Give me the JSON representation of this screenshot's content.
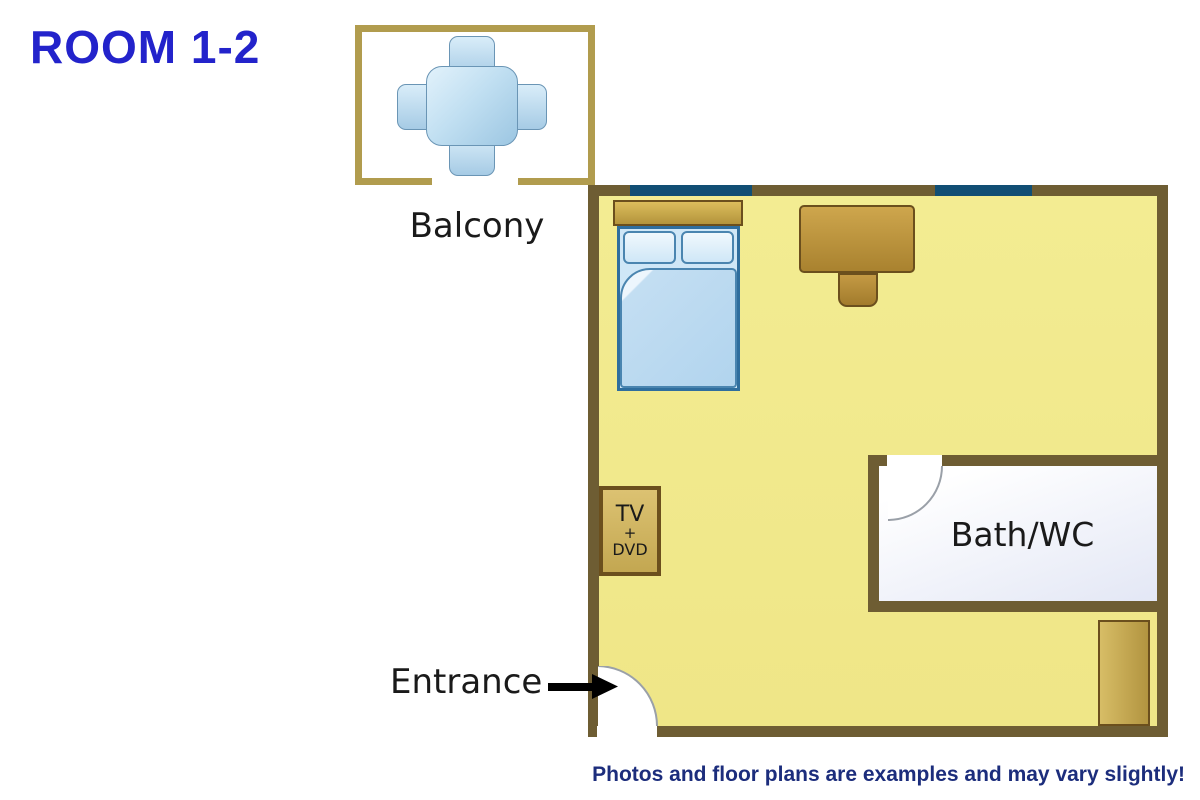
{
  "title": "ROOM 1-2",
  "balcony": {
    "label": "Balcony"
  },
  "room": {
    "tv_box": {
      "line1": "TV",
      "line2": "+",
      "line3": "DVD"
    },
    "bath_label": "Bath/WC",
    "entrance_label": "Entrance"
  },
  "footer": {
    "disclaimer": "Photos and floor plans are examples and may vary slightly!"
  },
  "colors": {
    "title_blue": "#2323cb",
    "wall_dark": "#6e5d33",
    "balcony_wall": "#b19c4e",
    "room_fill": "#f1ea8d",
    "window_blue": "#114e74",
    "bed_blue": "#2f6e9e",
    "bed_fill": "#cfe7f7",
    "furniture_border": "#6b4f1d",
    "furniture_brown": "#b68e3c",
    "bath_fill": "#e3e7f5",
    "label_dark": "#1a1a1a",
    "disclaimer_navy": "#1c2d7c"
  }
}
